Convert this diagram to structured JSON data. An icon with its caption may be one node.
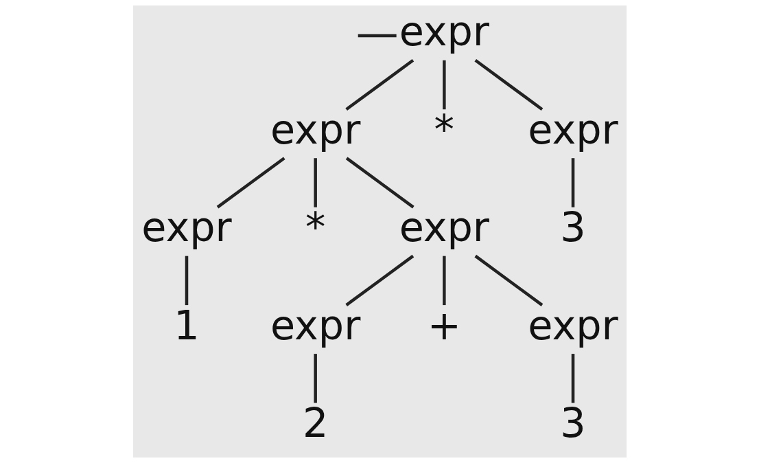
{
  "diagram": {
    "nodes": [
      {
        "text": [
          "expr"
        ]
      },
      {
        "text": [
          "expr"
        ]
      },
      {
        "text": [
          "*"
        ]
      },
      {
        "text": [
          "expr"
        ]
      },
      {
        "text": [
          "expr"
        ]
      },
      {
        "text": [
          "*"
        ]
      },
      {
        "text": [
          "expr"
        ]
      },
      {
        "text": [
          "3"
        ]
      },
      {
        "text": [
          "1"
        ]
      },
      {
        "text": [
          "expr"
        ]
      },
      {
        "text": [
          "+"
        ]
      },
      {
        "text": [
          "expr"
        ]
      },
      {
        "text": [
          "2"
        ]
      },
      {
        "text": [
          "3"
        ]
      }
    ],
    "edges": [
      {
        "from": null,
        "to": 0,
        "arrow": "none"
      },
      {
        "from": 0,
        "to": 1,
        "arrow": "none"
      },
      {
        "from": 0,
        "to": 2,
        "arrow": "none"
      },
      {
        "from": 0,
        "to": 3,
        "arrow": "none"
      },
      {
        "from": 1,
        "to": 4,
        "arrow": "none"
      },
      {
        "from": 1,
        "to": 5,
        "arrow": "none"
      },
      {
        "from": 1,
        "to": 6,
        "arrow": "none"
      },
      {
        "from": 3,
        "to": 7,
        "arrow": "none"
      },
      {
        "from": 4,
        "to": 8,
        "arrow": "none"
      },
      {
        "from": 6,
        "to": 9,
        "arrow": "none"
      },
      {
        "from": 6,
        "to": 10,
        "arrow": "none"
      },
      {
        "from": 6,
        "to": 11,
        "arrow": "none"
      },
      {
        "from": 9,
        "to": 12,
        "arrow": "none"
      },
      {
        "from": 11,
        "to": 13,
        "arrow": "none"
      }
    ]
  }
}
